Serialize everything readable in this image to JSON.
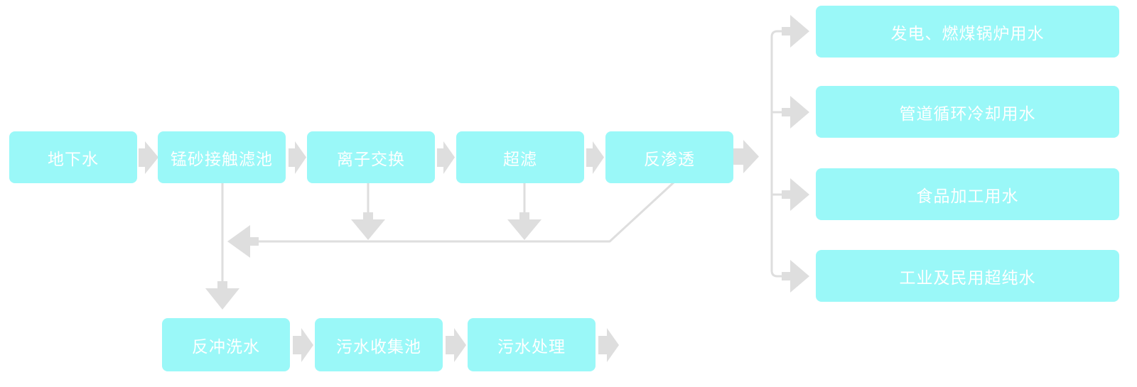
{
  "colors": {
    "box": "#9af8f8",
    "line": "#dedede",
    "text": "#ffffff",
    "bg": "#ffffff"
  },
  "main_flow": [
    "地下水",
    "锰砂接触滤池",
    "离子交换",
    "超滤",
    "反渗透"
  ],
  "outputs": [
    "发电、燃煤锅炉用水",
    "管道循环冷却用水",
    "食品加工用水",
    "工业及民用超纯水"
  ],
  "waste_flow": [
    "反冲洗水",
    "污水收集池",
    "污水处理"
  ]
}
